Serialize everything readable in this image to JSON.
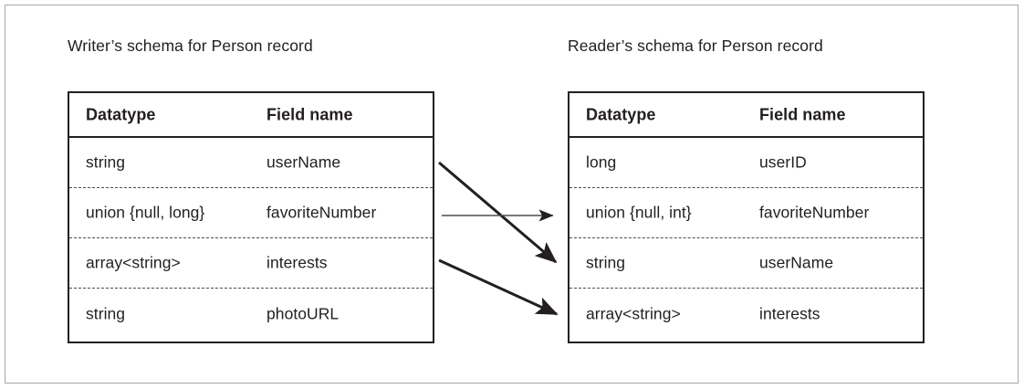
{
  "figure": {
    "kind": "schema-evolution-diagram",
    "ink_color": "#231f20",
    "frame_color": "#a6a8ab",
    "background": "#ffffff"
  },
  "writer_panel": {
    "caption": "Writer’s schema for Person record",
    "table": {
      "headers": [
        "Datatype",
        "Field name"
      ],
      "rows": [
        {
          "datatype": "string",
          "field_name": "userName"
        },
        {
          "datatype": "union {null, long}",
          "field_name": "favoriteNumber"
        },
        {
          "datatype": "array<string>",
          "field_name": "interests"
        },
        {
          "datatype": "string",
          "field_name": "photoURL"
        }
      ]
    }
  },
  "reader_panel": {
    "caption": "Reader’s schema for Person record",
    "table": {
      "headers": [
        "Datatype",
        "Field name"
      ],
      "rows": [
        {
          "datatype": "long",
          "field_name": "userID"
        },
        {
          "datatype": "union {null, int}",
          "field_name": "favoriteNumber"
        },
        {
          "datatype": "string",
          "field_name": "userName"
        },
        {
          "datatype": "array<string>",
          "field_name": "interests"
        }
      ]
    }
  },
  "mappings": [
    {
      "from_field": "userName",
      "to_field": "userName",
      "from_row": 0,
      "to_row": 2
    },
    {
      "from_field": "favoriteNumber",
      "to_field": "favoriteNumber",
      "from_row": 1,
      "to_row": 1
    },
    {
      "from_field": "interests",
      "to_field": "interests",
      "from_row": 2,
      "to_row": 3
    }
  ]
}
